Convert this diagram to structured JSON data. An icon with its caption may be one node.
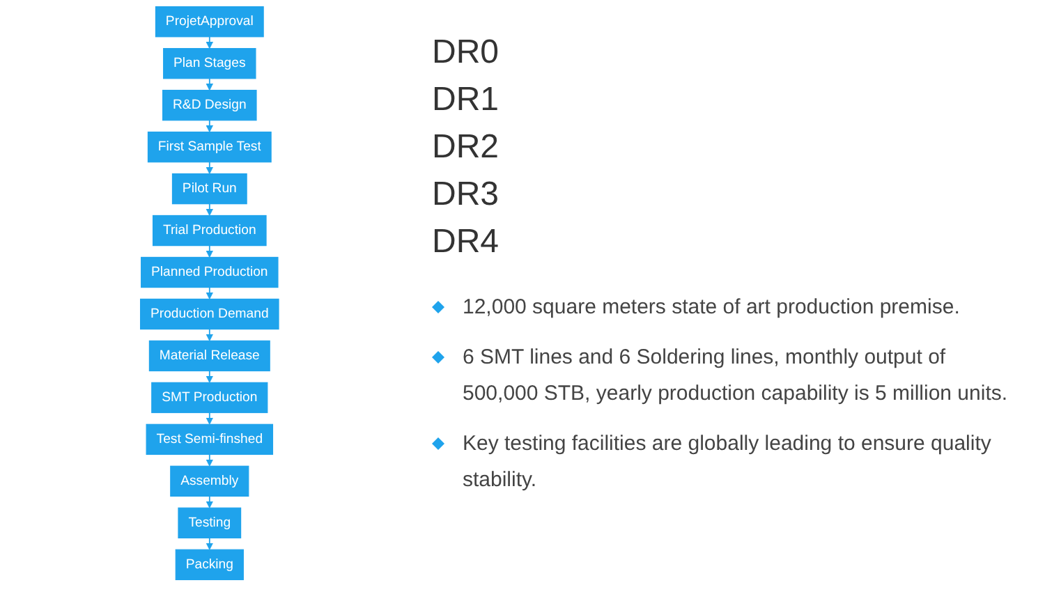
{
  "diagram": {
    "nodes": [
      {
        "text": [
          "ProjetApproval"
        ]
      },
      {
        "text": [
          "Plan Stages"
        ]
      },
      {
        "text": [
          "R&D Design"
        ]
      },
      {
        "text": [
          "First Sample Test"
        ]
      },
      {
        "text": [
          "Pilot Run"
        ]
      },
      {
        "text": [
          "Trial Production"
        ]
      },
      {
        "text": [
          "Planned Production"
        ]
      },
      {
        "text": [
          "Production Demand"
        ]
      },
      {
        "text": [
          "Material Release"
        ]
      },
      {
        "text": [
          "SMT Production"
        ]
      },
      {
        "text": [
          "Test Semi-finshed"
        ]
      },
      {
        "text": [
          "Assembly"
        ]
      },
      {
        "text": [
          "Testing"
        ]
      },
      {
        "text": [
          "Packing"
        ]
      }
    ],
    "edges": [
      {
        "from": 0,
        "to": 1,
        "arrow": "to"
      },
      {
        "from": 1,
        "to": 2,
        "arrow": "to"
      },
      {
        "from": 2,
        "to": 3,
        "arrow": "to"
      },
      {
        "from": 3,
        "to": 4,
        "arrow": "to"
      },
      {
        "from": 4,
        "to": 5,
        "arrow": "to"
      },
      {
        "from": 5,
        "to": 6,
        "arrow": "to"
      },
      {
        "from": 6,
        "to": 7,
        "arrow": "to"
      },
      {
        "from": 7,
        "to": 8,
        "arrow": "to"
      },
      {
        "from": 8,
        "to": 9,
        "arrow": "to"
      },
      {
        "from": 9,
        "to": 10,
        "arrow": "to"
      },
      {
        "from": 10,
        "to": 11,
        "arrow": "to"
      },
      {
        "from": 11,
        "to": 12,
        "arrow": "to"
      },
      {
        "from": 12,
        "to": 13,
        "arrow": "to"
      }
    ],
    "labels": [
      "DR0",
      "DR1",
      "DR2",
      "DR3",
      "DR4",
      "12,000 square meters state of art production premise.",
      "6 SMT lines and 6 Soldering lines, monthly output of 500,000 STB, yearly production capability is 5 million units.",
      "Key testing facilities are globally leading to ensure quality stability."
    ]
  }
}
